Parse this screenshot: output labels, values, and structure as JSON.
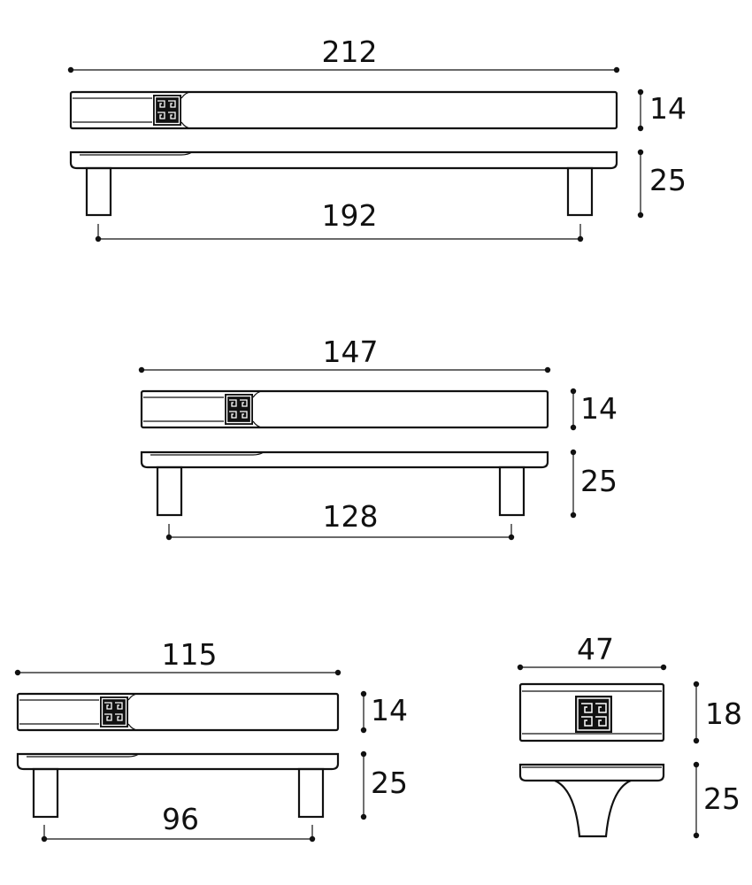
{
  "colors": {
    "ink": "#111111",
    "background": "#ffffff",
    "emblem_fill": "#111111",
    "emblem_pattern": "#ffffff"
  },
  "icons": {
    "emblem": "greek-key-emblem-icon"
  },
  "handles": {
    "h212": {
      "length": "212",
      "top_height": "14",
      "side_height": "25",
      "hole_spacing": "192"
    },
    "h147": {
      "length": "147",
      "top_height": "14",
      "side_height": "25",
      "hole_spacing": "128"
    },
    "h115": {
      "length": "115",
      "top_height": "14",
      "side_height": "25",
      "hole_spacing": "96"
    }
  },
  "knob": {
    "width": "47",
    "top_height": "18",
    "side_height": "25"
  }
}
